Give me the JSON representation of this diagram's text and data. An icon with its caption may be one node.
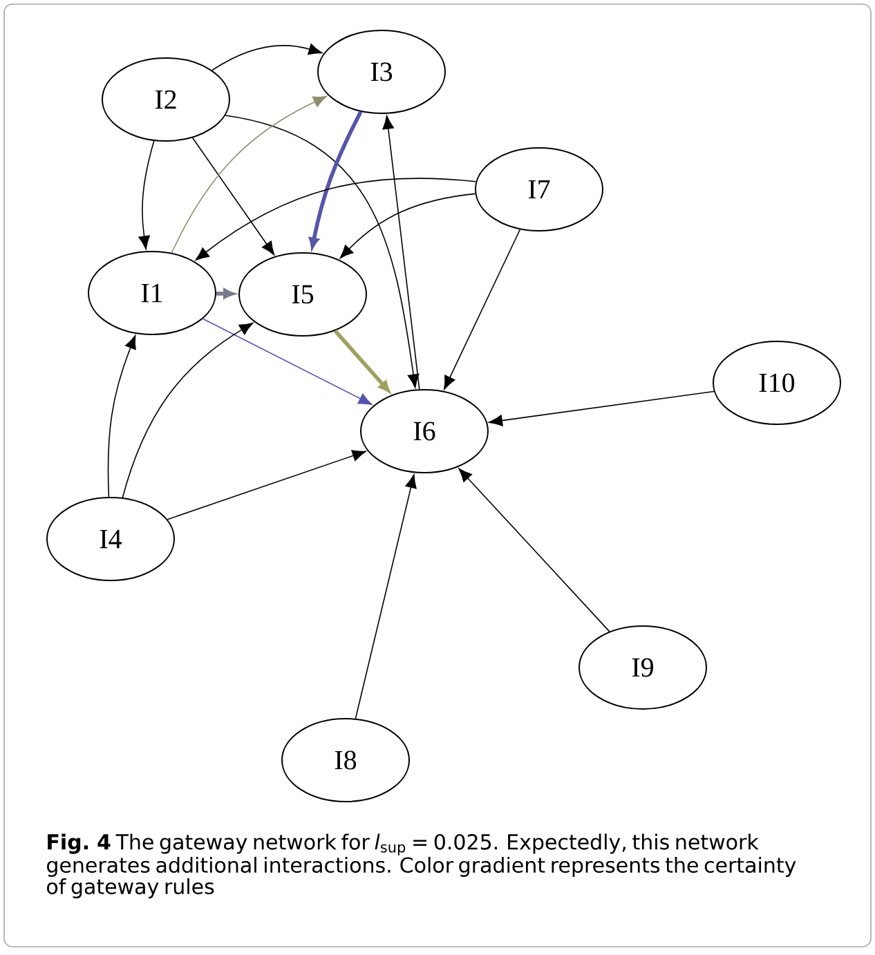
{
  "diagram": {
    "caption": "**Fig. 4** The gateway network for *l*$_{sup}$ = 0.025. Expectedly, this network generates additional interactions. Color gradient represents the certainty of gateway rules",
    "nodes": [
      {
        "text": [
          "I1"
        ]
      },
      {
        "text": [
          "I2"
        ]
      },
      {
        "text": [
          "I3"
        ]
      },
      {
        "text": [
          "I4"
        ]
      },
      {
        "text": [
          "I5"
        ]
      },
      {
        "text": [
          "I6"
        ]
      },
      {
        "text": [
          "I7"
        ]
      },
      {
        "text": [
          "I8"
        ]
      },
      {
        "text": [
          "I9"
        ]
      },
      {
        "text": [
          "I10"
        ]
      }
    ],
    "edges": [
      {
        "from": 1,
        "to": 2,
        "arrow": "to"
      },
      {
        "from": 1,
        "to": 0,
        "arrow": "to"
      },
      {
        "from": 1,
        "to": 4,
        "arrow": "to"
      },
      {
        "from": 1,
        "to": 5,
        "arrow": "to"
      },
      {
        "from": 0,
        "to": 2,
        "arrow": "to",
        "color": "#8e8e6e"
      },
      {
        "from": 2,
        "to": 4,
        "arrow": "to",
        "style": "thick",
        "color": "#5555aa"
      },
      {
        "from": 6,
        "to": 0,
        "arrow": "to"
      },
      {
        "from": 6,
        "to": 4,
        "arrow": "to"
      },
      {
        "from": 6,
        "to": 5,
        "arrow": "to"
      },
      {
        "from": 0,
        "to": 4,
        "arrow": "to",
        "style": "thick",
        "color": "#7a7a8c"
      },
      {
        "from": 0,
        "to": 5,
        "arrow": "to",
        "color": "#5555b0"
      },
      {
        "from": 4,
        "to": 5,
        "arrow": "to",
        "style": "thick",
        "color": "#a0a060"
      },
      {
        "from": 5,
        "to": 2,
        "arrow": "to"
      },
      {
        "from": 9,
        "to": 5,
        "arrow": "to"
      },
      {
        "from": 3,
        "to": 0,
        "arrow": "to"
      },
      {
        "from": 3,
        "to": 4,
        "arrow": "to"
      },
      {
        "from": 3,
        "to": 5,
        "arrow": "to"
      },
      {
        "from": 7,
        "to": 5,
        "arrow": "to"
      },
      {
        "from": 8,
        "to": 5,
        "arrow": "to"
      }
    ]
  }
}
